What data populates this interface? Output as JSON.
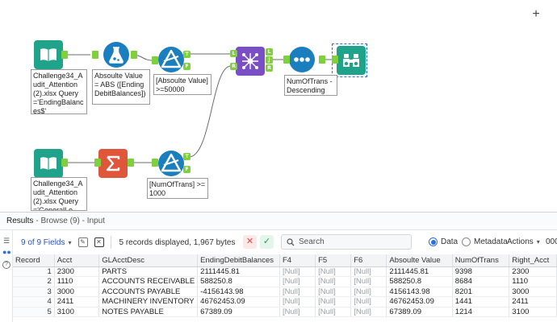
{
  "canvas": {
    "zoom_in_label": "+",
    "tools": [
      {
        "id": "input1",
        "icon": "book-open-icon",
        "annotation": "Challenge34_Audit_Attention (2).xlsx Query='EndingBalances$'"
      },
      {
        "id": "formula",
        "icon": "flask-icon",
        "annotation": "Absoulte Value = ABS ([EndingDebitBalances])"
      },
      {
        "id": "filter1",
        "icon": "filter-triangle-icon",
        "annotation": "[Absoulte Value] >=50000"
      },
      {
        "id": "join",
        "icon": "join-icon",
        "annotation": ""
      },
      {
        "id": "sort",
        "icon": "sort-dots-icon",
        "annotation": "NumOfTrans - Descending"
      },
      {
        "id": "browse",
        "icon": "binoculars-icon",
        "annotation": ""
      },
      {
        "id": "input2",
        "icon": "book-open-icon",
        "annotation": "Challenge34_Audit_Attention (2).xlsx Query='GeneralLo"
      },
      {
        "id": "summarize",
        "icon": "sigma-icon",
        "annotation": ""
      },
      {
        "id": "filter2",
        "icon": "filter-triangle-icon",
        "annotation": "[NumOfTrans] >= 1000"
      }
    ],
    "anchor_labels": {
      "true": "T",
      "false": "F",
      "left": "L",
      "join": "J",
      "right": "R"
    }
  },
  "results": {
    "title": "Results",
    "subtitle": "- Browse (9) - Input",
    "fields_label": "9 of 9 Fields",
    "record_info": "5 records displayed, 1,967 bytes",
    "search_placeholder": "Search",
    "view_data": "Data",
    "view_metadata": "Metadata",
    "actions_label": "Actions",
    "truncated": "000",
    "columns": [
      "Record",
      "Acct",
      "GLAcctDesc",
      "EndingDebitBalances",
      "F4",
      "F5",
      "F6",
      "Absoulte Value",
      "NumOfTrans",
      "Right_Acct"
    ],
    "rows": [
      [
        "1",
        "2300",
        "PARTS",
        "2111445.81",
        "[Null]",
        "[Null]",
        "[Null]",
        "2111445.81",
        "9398",
        "2300"
      ],
      [
        "2",
        "1110",
        "ACCOUNTS RECEIVABLE",
        "588250.8",
        "[Null]",
        "[Null]",
        "[Null]",
        "588250.8",
        "8684",
        "1110"
      ],
      [
        "3",
        "3000",
        "ACCOUNTS PAYABLE",
        "-4156143.98",
        "[Null]",
        "[Null]",
        "[Null]",
        "4156143.98",
        "8201",
        "3000"
      ],
      [
        "4",
        "2411",
        "MACHINERY INVENTORY",
        "46762453.09",
        "[Null]",
        "[Null]",
        "[Null]",
        "46762453.09",
        "1441",
        "2411"
      ],
      [
        "5",
        "3100",
        "NOTES PAYABLE",
        "67389.09",
        "[Null]",
        "[Null]",
        "[Null]",
        "67389.09",
        "1214",
        "3100"
      ]
    ]
  },
  "colors": {
    "input_tool": "#1fa38a",
    "formula_tool": "#1b7fbf",
    "filter_tool": "#1b7fbf",
    "join_tool": "#7a4fc4",
    "sort_tool": "#1b7fbf",
    "browse_tool": "#1fa38a",
    "summarize_tool": "#e0563a",
    "anchor": "#7fd13b"
  }
}
